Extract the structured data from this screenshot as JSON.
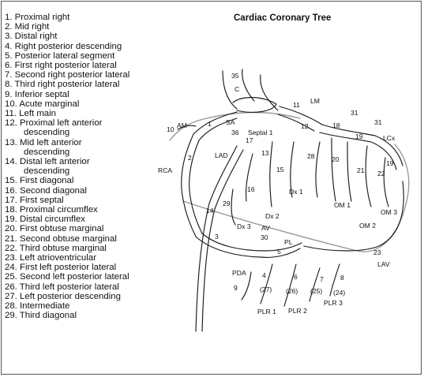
{
  "title": "Cardiac Coronary Tree",
  "legend": [
    [
      "1. Proximal right"
    ],
    [
      "2. Mid right"
    ],
    [
      "3. Distal right"
    ],
    [
      "4. Right posterior descending"
    ],
    [
      "5. Posterior lateral segment"
    ],
    [
      "6. First right posterior lateral"
    ],
    [
      "7. Second right posterior lateral"
    ],
    [
      "8. Third right posterior lateral"
    ],
    [
      "9. Inferior septal"
    ],
    [
      "10. Acute marginal"
    ],
    [
      "11. Left main"
    ],
    [
      "12. Proximal left anterior",
      "descending"
    ],
    [
      "13. Mid left anterior",
      "descending"
    ],
    [
      "14. Distal left anterior",
      "descending"
    ],
    [
      "15. First diagonal"
    ],
    [
      "16. Second diagonal"
    ],
    [
      "17. First septal"
    ],
    [
      "18. Proximal circumflex"
    ],
    [
      "19. Distal circumflex"
    ],
    [
      "20. First obtuse marginal"
    ],
    [
      "21. Second obtuse marginal"
    ],
    [
      "22. Third obtuse marginal"
    ],
    [
      "23. Left atrioventricular"
    ],
    [
      "24. First left posterior lateral"
    ],
    [
      "25. Second left posterior lateral"
    ],
    [
      "26. Third left posterior lateral"
    ],
    [
      "27. Left posterior descending"
    ],
    [
      "28. Intermediate"
    ],
    [
      "29. Third diagonal"
    ]
  ],
  "labels": {
    "n35": "35",
    "c": "C",
    "n11": "11",
    "lm": "LM",
    "n31a": "31",
    "n31b": "31",
    "n10": "10",
    "am": "AM",
    "n1": "1",
    "sa": "SA",
    "n36": "36",
    "septal1": "Septal 1",
    "n12": "12",
    "n18": "18",
    "n19a": "19",
    "lcx": "LCx",
    "n17": "17",
    "lad": "LAD",
    "n13": "13",
    "n28": "28",
    "n20": "20",
    "n19b": "19",
    "n22": "22",
    "n21": "21",
    "n2": "2",
    "n15": "15",
    "n16": "16",
    "dx1": "Dx 1",
    "rca": "RCA",
    "n14": "14",
    "n29": "29",
    "dx2": "Dx 2",
    "om1": "OM 1",
    "om3": "OM 3",
    "dx3": "Dx 3",
    "av": "AV",
    "om2": "OM 2",
    "n3": "3",
    "n30": "30",
    "pl": "PL",
    "n5": "5",
    "n23": "23",
    "lav": "LAV",
    "pda": "PDA",
    "n4": "4",
    "n6": "6",
    "n7": "7",
    "n8": "8",
    "n27": "(27)",
    "n26": "(26)",
    "n25": "(25)",
    "n24": "(24)",
    "n9": "9",
    "plr1": "PLR 1",
    "plr2": "PLR 2",
    "plr3": "PLR 3"
  }
}
